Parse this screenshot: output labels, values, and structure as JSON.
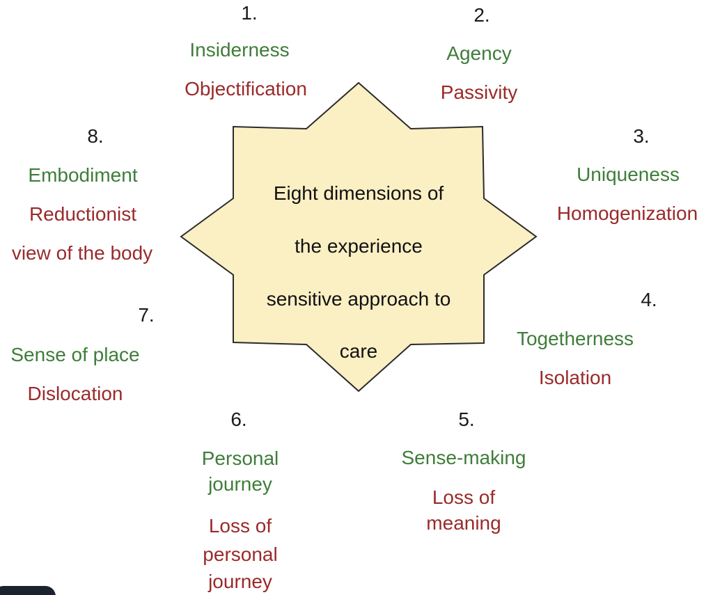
{
  "colors": {
    "star_fill": "#fbefc4",
    "star_stroke": "#2b2b2b",
    "positive_text": "#3f7d3a",
    "negative_text": "#9a2a2a",
    "number_text": "#1a1a1a"
  },
  "center": {
    "line1": "Eight dimensions of",
    "line2": "the experience",
    "line3": "sensitive approach to",
    "line4": "care"
  },
  "dimensions": [
    {
      "number": "1.",
      "positive": [
        "Insiderness"
      ],
      "negative": [
        "Objectification"
      ]
    },
    {
      "number": "2.",
      "positive": [
        "Agency"
      ],
      "negative": [
        "Passivity"
      ]
    },
    {
      "number": "3.",
      "positive": [
        "Uniqueness"
      ],
      "negative": [
        "Homogenization"
      ]
    },
    {
      "number": "4.",
      "positive": [
        "Togetherness"
      ],
      "negative": [
        "Isolation"
      ]
    },
    {
      "number": "5.",
      "positive": [
        "Sense-making"
      ],
      "negative": [
        "Loss of",
        "meaning"
      ]
    },
    {
      "number": "6.",
      "positive": [
        "Personal",
        "journey"
      ],
      "negative": [
        "Loss of",
        "personal",
        "journey"
      ]
    },
    {
      "number": "7.",
      "positive": [
        "Sense of place"
      ],
      "negative": [
        "Dislocation"
      ]
    },
    {
      "number": "8.",
      "positive": [
        "Embodiment"
      ],
      "negative": [
        "Reductionist",
        "view of the body"
      ]
    }
  ]
}
